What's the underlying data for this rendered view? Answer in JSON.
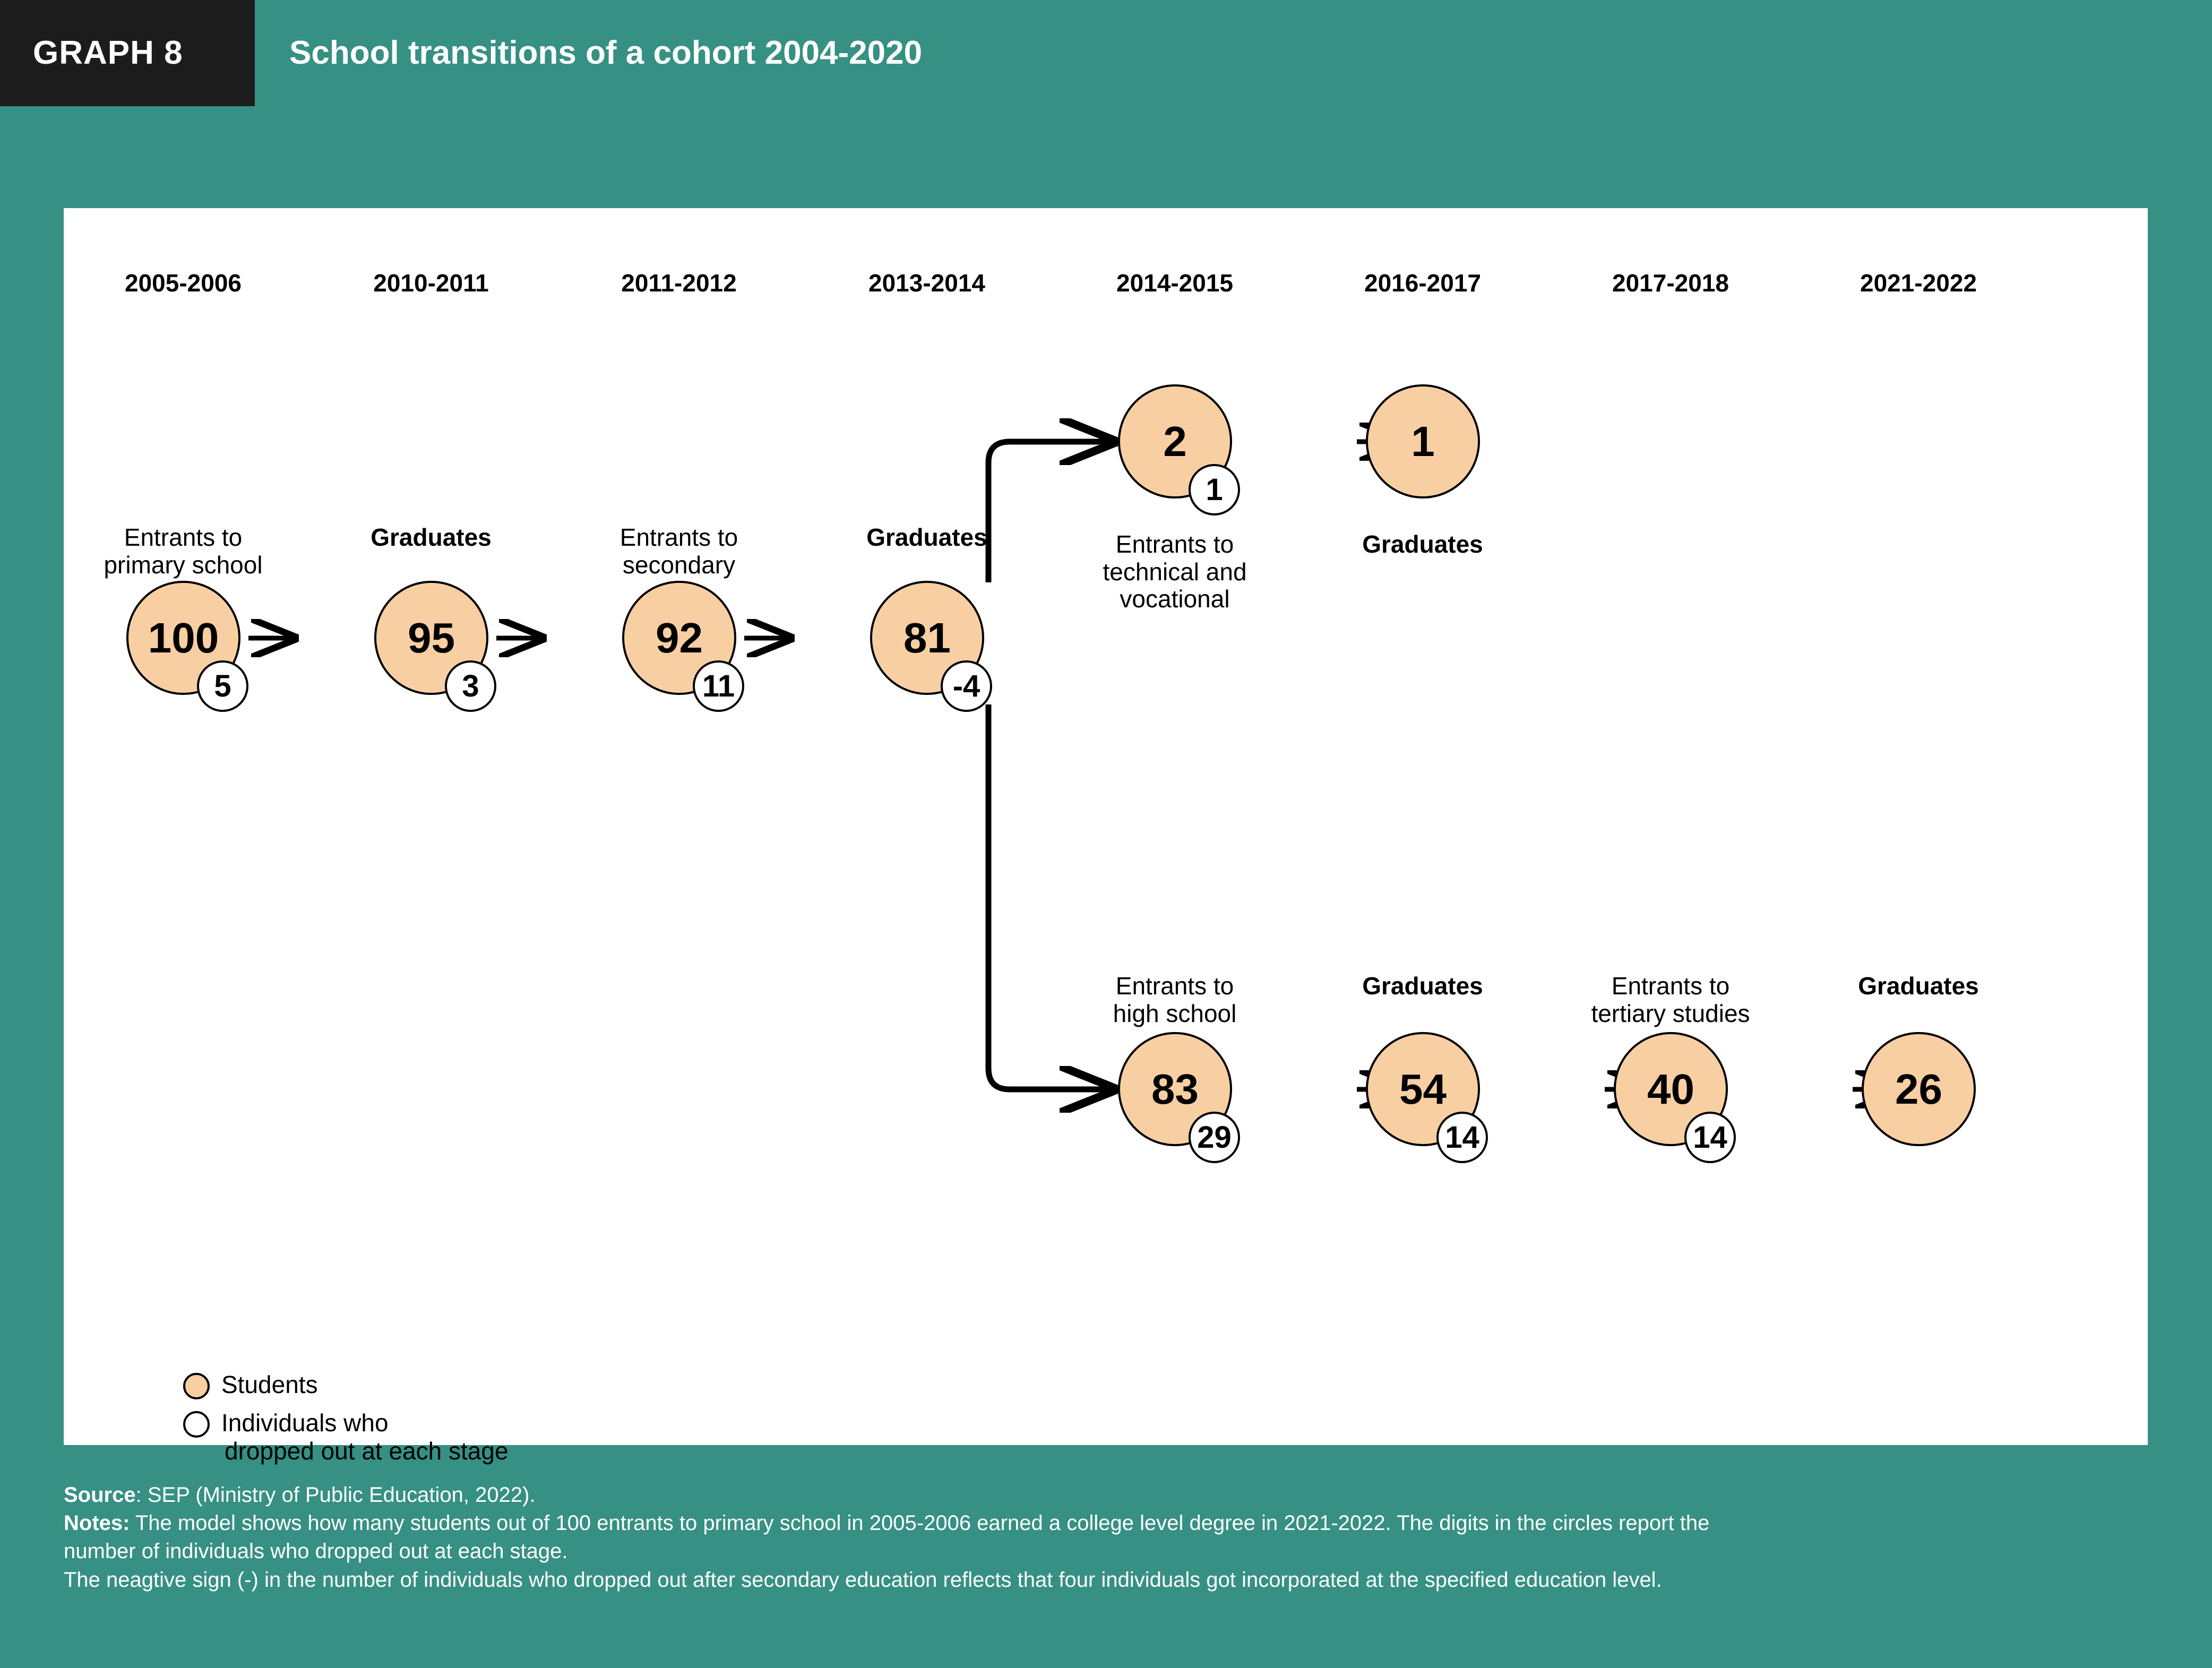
{
  "header": {
    "badge_label": "GRAPH 8",
    "title": "School transitions of a cohort 2004-2020"
  },
  "colors": {
    "background_teal": "#369083",
    "badge_black": "#1c1c1c",
    "panel_white": "#ffffff",
    "student_circle": "#F8CFA3",
    "dropout_circle": "#ffffff",
    "stroke_black": "#000000"
  },
  "year_labels": [
    "2005-2006",
    "2010-2011",
    "2011-2012",
    "2013-2014",
    "2014-2015",
    "2016-2017",
    "2017-2018",
    "2021-2022"
  ],
  "captions": {
    "c0": "Entrants to\nprimary school",
    "c1": "Graduates",
    "c2": "Entrants to\nsecondary",
    "c3": "Graduates",
    "c4": "Entrants to\ntechnical and\nvocational",
    "c5": "Graduates",
    "c6": "Entrants to\nhigh school",
    "c7": "Graduates",
    "c8": "Entrants to\ntertiary studies",
    "c9": "Graduates"
  },
  "nodes": {
    "n0": {
      "value": "100",
      "dropouts": "5"
    },
    "n1": {
      "value": "95",
      "dropouts": "3"
    },
    "n2": {
      "value": "92",
      "dropouts": "11"
    },
    "n3": {
      "value": "81",
      "dropouts": "-4"
    },
    "t0": {
      "value": "2",
      "dropouts": "1"
    },
    "t1": {
      "value": "1",
      "dropouts": null
    },
    "b0": {
      "value": "83",
      "dropouts": "29"
    },
    "b1": {
      "value": "54",
      "dropouts": "14"
    },
    "b2": {
      "value": "40",
      "dropouts": "14"
    },
    "b3": {
      "value": "26",
      "dropouts": null
    }
  },
  "legend": {
    "students_label": "Students",
    "dropouts_label_line1": "Individuals who",
    "dropouts_label_line2": "dropped out at each stage"
  },
  "footer": {
    "source_label": "Source",
    "source_text": ": SEP (Ministry of Public Education, 2022).",
    "notes_label": "Notes:",
    "notes_text_1": " The model shows how many students out of 100 entrants to primary school in  2005-2006 earned a college level degree in 2021-2022. The digits in the circles report the",
    "notes_text_2": "number of individuals who dropped out at each stage.",
    "notes_text_3": "The neagtive sign (-) in the number of individuals who dropped out after secondary education reflects that four individuals got incorporated at the specified education level."
  },
  "chart_data": {
    "type": "diagram",
    "title": "School transitions of a cohort 2004-2020",
    "subtitle": "GRAPH 8",
    "unit": "students per 100 entrants to primary school",
    "legend": [
      "Students",
      "Individuals who dropped out at each stage"
    ],
    "stages": [
      {
        "id": "n0",
        "year": "2005-2006",
        "label": "Entrants to primary school",
        "students": 100,
        "dropouts": 5,
        "track": "main"
      },
      {
        "id": "n1",
        "year": "2010-2011",
        "label": "Graduates",
        "students": 95,
        "dropouts": 3,
        "track": "main"
      },
      {
        "id": "n2",
        "year": "2011-2012",
        "label": "Entrants to secondary",
        "students": 92,
        "dropouts": 11,
        "track": "main"
      },
      {
        "id": "n3",
        "year": "2013-2014",
        "label": "Graduates",
        "students": 81,
        "dropouts": -4,
        "track": "main"
      },
      {
        "id": "t0",
        "year": "2014-2015",
        "label": "Entrants to technical and vocational",
        "students": 2,
        "dropouts": 1,
        "track": "technical"
      },
      {
        "id": "t1",
        "year": "2016-2017",
        "label": "Graduates",
        "students": 1,
        "dropouts": null,
        "track": "technical"
      },
      {
        "id": "b0",
        "year": "2014-2015",
        "label": "Entrants to high school",
        "students": 83,
        "dropouts": 29,
        "track": "academic"
      },
      {
        "id": "b1",
        "year": "2016-2017",
        "label": "Graduates",
        "students": 54,
        "dropouts": 14,
        "track": "academic"
      },
      {
        "id": "b2",
        "year": "2017-2018",
        "label": "Entrants to tertiary studies",
        "students": 40,
        "dropouts": 14,
        "track": "academic"
      },
      {
        "id": "b3",
        "year": "2021-2022",
        "label": "Graduates",
        "students": 26,
        "dropouts": null,
        "track": "academic"
      }
    ],
    "flows": [
      {
        "from": "n0",
        "to": "n1"
      },
      {
        "from": "n1",
        "to": "n2"
      },
      {
        "from": "n2",
        "to": "n3"
      },
      {
        "from": "n3",
        "to": "t0"
      },
      {
        "from": "t0",
        "to": "t1"
      },
      {
        "from": "n3",
        "to": "b0"
      },
      {
        "from": "b0",
        "to": "b1"
      },
      {
        "from": "b1",
        "to": "b2"
      },
      {
        "from": "b2",
        "to": "b3"
      }
    ]
  }
}
